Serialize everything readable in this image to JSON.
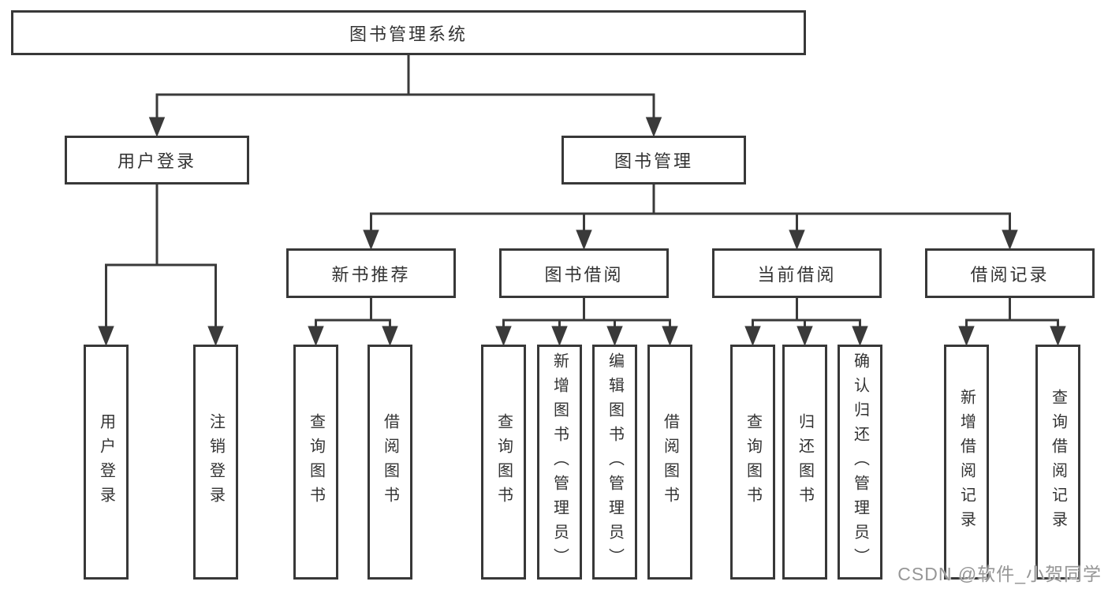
{
  "colors": {
    "line": "#3a3a3a",
    "box_border": "#383838",
    "text": "#333333",
    "background": "#ffffff",
    "watermark": "#8d8d8d"
  },
  "tree": {
    "root": "图书管理系统",
    "branches": [
      {
        "label": "用户登录",
        "children": [
          "用户登录",
          "注销登录"
        ]
      },
      {
        "label": "图书管理",
        "children": [
          {
            "label": "新书推荐",
            "children": [
              "查询图书",
              "借阅图书"
            ]
          },
          {
            "label": "图书借阅",
            "children": [
              "查询图书",
              "新增图书（管理员）",
              "编辑图书（管理员）",
              "借阅图书"
            ]
          },
          {
            "label": "当前借阅",
            "children": [
              "查询图书",
              "归还图书",
              "确认归还（管理员）"
            ]
          },
          {
            "label": "借阅记录",
            "children": [
              "新增借阅记录",
              "查询借阅记录"
            ]
          }
        ]
      }
    ]
  },
  "watermark": "CSDN @软件_小贺同学"
}
